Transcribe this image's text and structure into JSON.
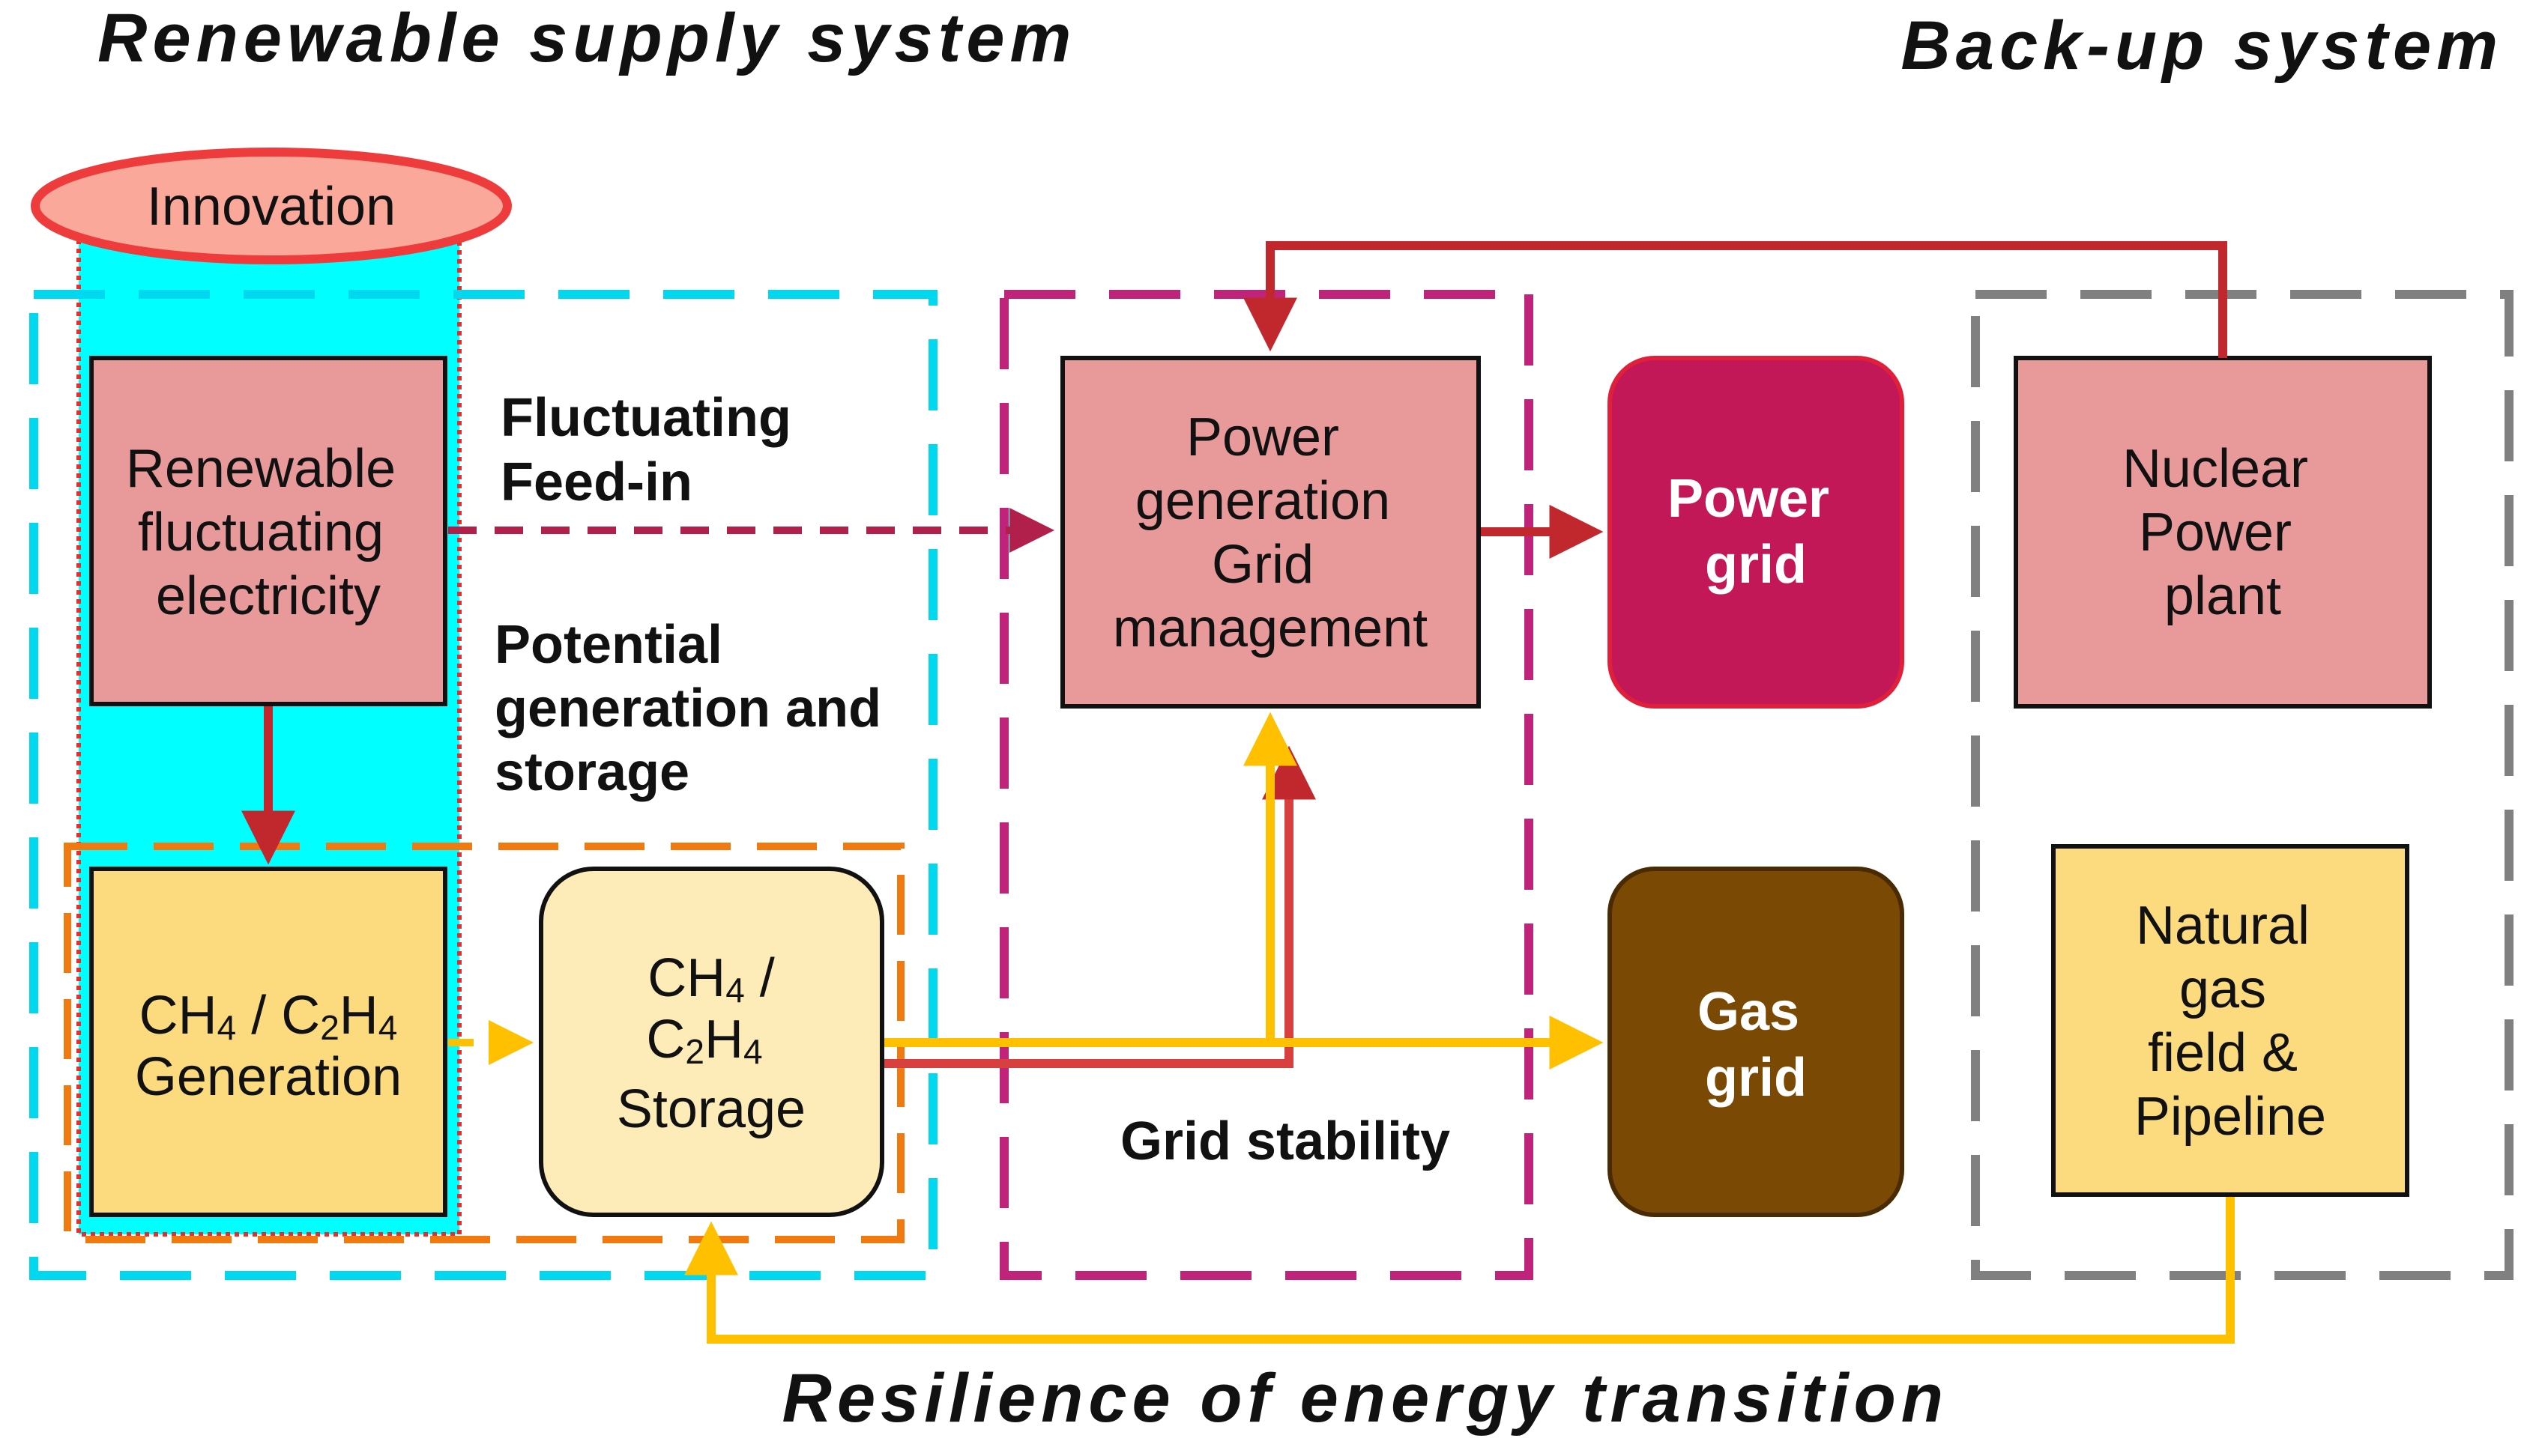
{
  "headings": {
    "renewable_supply": "Renewable supply system",
    "backup": "Back-up system",
    "resilience": "Resilience of energy transition"
  },
  "nodes": {
    "innovation": "Innovation",
    "renewable_electricity": [
      "Renewable",
      "fluctuating",
      "electricity"
    ],
    "generation": {
      "line1": {
        "a": "CH",
        "a_sub": "4",
        "b": " / C",
        "b_sub1": "2",
        "c": "H",
        "c_sub": "4"
      },
      "line2": "Generation"
    },
    "storage": {
      "line1": {
        "a": "CH",
        "a_sub": "4",
        "b": " /"
      },
      "line2": {
        "a": "C",
        "a_sub": "2",
        "b": "H",
        "b_sub": "4"
      },
      "line3": "Storage"
    },
    "power_generation": [
      "Power",
      "generation",
      "Grid",
      "management"
    ],
    "power_grid": [
      "Power",
      "grid"
    ],
    "gas_grid": [
      "Gas",
      "grid"
    ],
    "nuclear": [
      "Nuclear",
      "Power",
      "plant"
    ],
    "natural_gas": [
      "Natural",
      "gas",
      "field &",
      "Pipeline"
    ]
  },
  "labels": {
    "fluctuating_feedin": [
      "Fluctuating",
      "Feed-in"
    ],
    "potential": [
      "Potential",
      "generation and",
      "storage"
    ],
    "grid_stability": "Grid stability"
  },
  "colors": {
    "cyan_region": "#00FFFF",
    "cyan_dash": "#00D8F0",
    "magenta_dash": "#C0247A",
    "gray_dash": "#808080",
    "orange_dash": "#F07A10",
    "pink_box": "#E8999A",
    "yellow_box": "#FBDB7E",
    "light_yellow_box": "#FDECB8",
    "power_grid": "#C21858",
    "gas_grid": "#7A4A05",
    "red_arrow": "#C0282D",
    "yellow_arrow": "#FFC000",
    "innovation_fill": "#F9A89A",
    "innovation_stroke": "#EE3B3B"
  }
}
